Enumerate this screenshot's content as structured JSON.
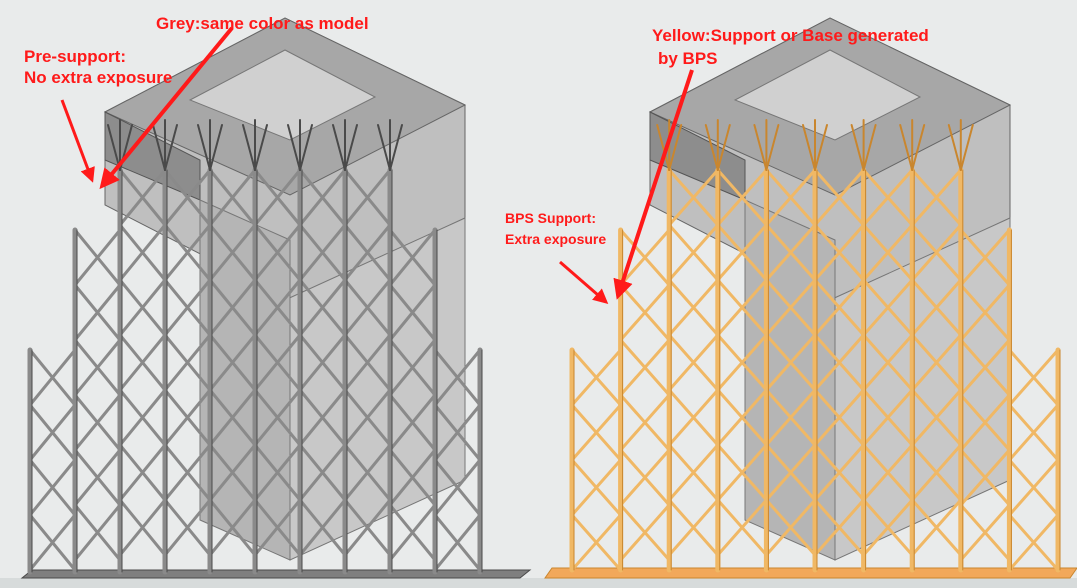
{
  "labels": {
    "grey": "Grey:same color as model",
    "presupport_title": "Pre-support:",
    "presupport_desc": "No extra exposure",
    "yellow_line1": "Yellow:Support or Base generated",
    "yellow_line2": "by BPS",
    "bps_title": "BPS Support:",
    "bps_desc": "Extra exposure"
  },
  "colors": {
    "background": "#e9ebeb",
    "model_top": "#9a9a9a",
    "model_side": "#c4c4c4",
    "model_edge": "#505050",
    "support_grey": "#8a8a8a",
    "support_grey_dark": "#4a4a4a",
    "support_yellow": "#f0b865",
    "support_yellow_dark": "#c9862e",
    "base_yellow": "#f2a85a",
    "annotation": "#ff1a1a"
  }
}
